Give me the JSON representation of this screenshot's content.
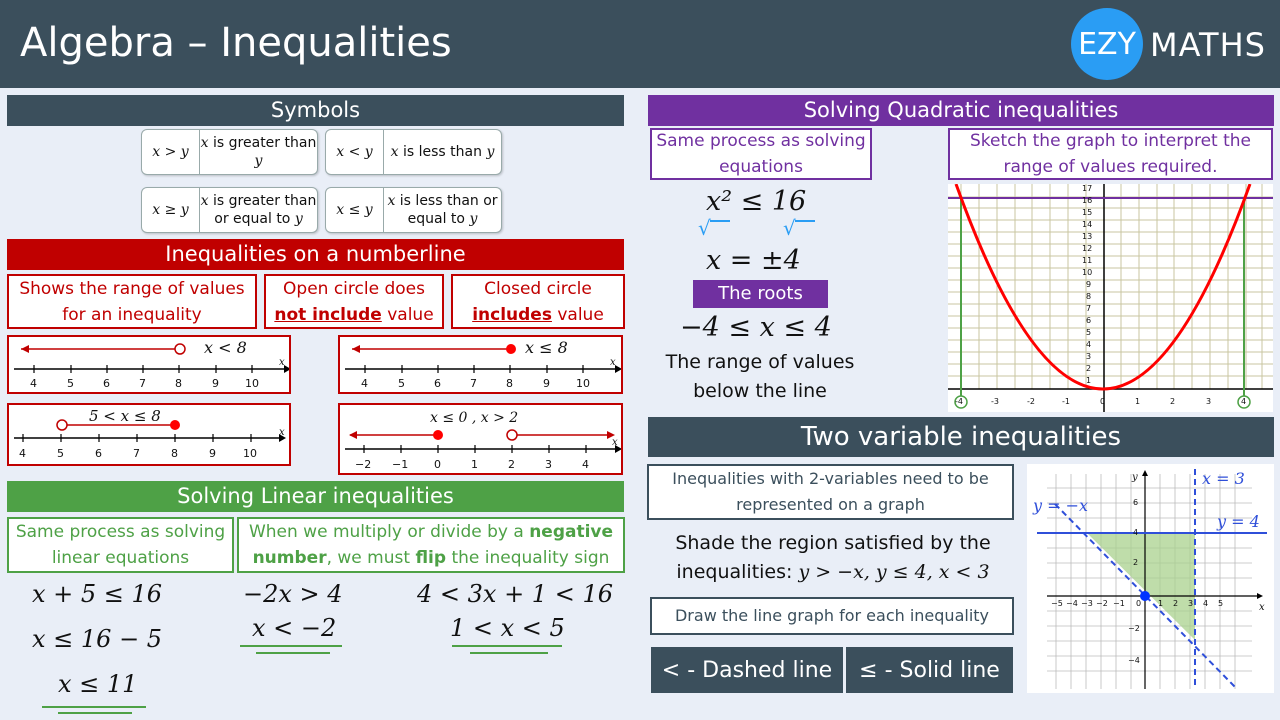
{
  "header": {
    "title": "Algebra – Inequalities",
    "logo_badge": "EZY",
    "logo_word": "MATHS"
  },
  "symbols": {
    "heading": "Symbols",
    "cards": [
      {
        "symbol": "x > y",
        "meaning_var": "x",
        "meaning": " is greater than ",
        "meaning_end": "y"
      },
      {
        "symbol": "x < y",
        "meaning_var": "x",
        "meaning": " is less than ",
        "meaning_end": "y"
      },
      {
        "symbol": "x ≥ y",
        "meaning_var": "x",
        "meaning": " is greater than or equal to ",
        "meaning_end": "y"
      },
      {
        "symbol": "x ≤ y",
        "meaning_var": "x",
        "meaning": " is less than or equal to ",
        "meaning_end": "y"
      }
    ]
  },
  "numberline": {
    "heading": "Inequalities on a numberline",
    "box1": "Shows the range of values for an inequality",
    "box2_pre": "Open circle does ",
    "box2_bold": "not include",
    "box2_post": " value",
    "box3_pre": "Closed circle ",
    "box3_bold": "includes",
    "box3_post": " value",
    "lines": [
      {
        "label": "x < 8",
        "ticks": [
          "4",
          "5",
          "6",
          "7",
          "8",
          "9",
          "10"
        ],
        "axis": "x"
      },
      {
        "label": "x ≤ 8",
        "ticks": [
          "4",
          "5",
          "6",
          "7",
          "8",
          "9",
          "10"
        ],
        "axis": "x"
      },
      {
        "label": "5 < x ≤ 8",
        "ticks": [
          "4",
          "5",
          "6",
          "7",
          "8",
          "9",
          "10"
        ],
        "axis": "x"
      },
      {
        "label": "x ≤ 0 , x > 2",
        "ticks": [
          "−2",
          "−1",
          "0",
          "1",
          "2",
          "3",
          "4"
        ],
        "axis": "x"
      }
    ]
  },
  "linear": {
    "heading": "Solving Linear inequalities",
    "box1": "Same process as solving linear equations",
    "box2_pre": "When we multiply or divide by a ",
    "box2_bold1": "negative number",
    "box2_mid": ", we must ",
    "box2_bold2": "flip",
    "box2_post": " the inequality sign",
    "ex1": [
      "x + 5 ≤ 16",
      "x ≤ 16 − 5",
      "x ≤ 11"
    ],
    "ex2": [
      "−2x > 4",
      "x < −2"
    ],
    "ex3": [
      "4 < 3x + 1 < 16",
      "1 < x < 5"
    ]
  },
  "quadratic": {
    "heading": "Solving Quadratic inequalities",
    "box1": "Same process as solving equations",
    "box2": "Sketch the graph to interpret the range of values required.",
    "step1": "x² ≤ 16",
    "root_mark": "√",
    "step2": "x = ±4",
    "roots_label": "The roots",
    "step3": "−4 ≤ x ≤ 4",
    "note": "The range of values below the line",
    "graph_y_ticks": [
      "1",
      "2",
      "3",
      "4",
      "5",
      "6",
      "7",
      "8",
      "9",
      "10",
      "11",
      "12",
      "13",
      "14",
      "15",
      "16",
      "17"
    ],
    "graph_x_ticks": [
      "-4",
      "-3",
      "-2",
      "-1",
      "0",
      "1",
      "2",
      "3",
      "4"
    ]
  },
  "twovar": {
    "heading": "Two variable inequalities",
    "box1": "Inequalities with 2-variables need to be represented on a graph",
    "shade_text": "Shade the region satisfied by the inequalities: ",
    "shade_math": "y > −x, y ≤ 4, x < 3",
    "box2": "Draw the line graph for each inequality",
    "btn_dashed": "< - Dashed line",
    "btn_solid": "≤ - Solid line",
    "graph": {
      "label_x3": "x = 3",
      "label_y4": "y = 4",
      "label_ynegx": "y = −x",
      "axis_x": "x",
      "axis_y": "y",
      "x_ticks": [
        "−5",
        "−4",
        "−3",
        "−2",
        "−1",
        "0",
        "1",
        "2",
        "3",
        "4",
        "5"
      ],
      "y_ticks": [
        "6",
        "4",
        "2",
        "−2",
        "−4"
      ]
    }
  },
  "colors": {
    "dark": "#3b4f5c",
    "red": "#c00000",
    "green": "#4ea146",
    "purple": "#7030a0",
    "blue": "#2a9df4"
  }
}
